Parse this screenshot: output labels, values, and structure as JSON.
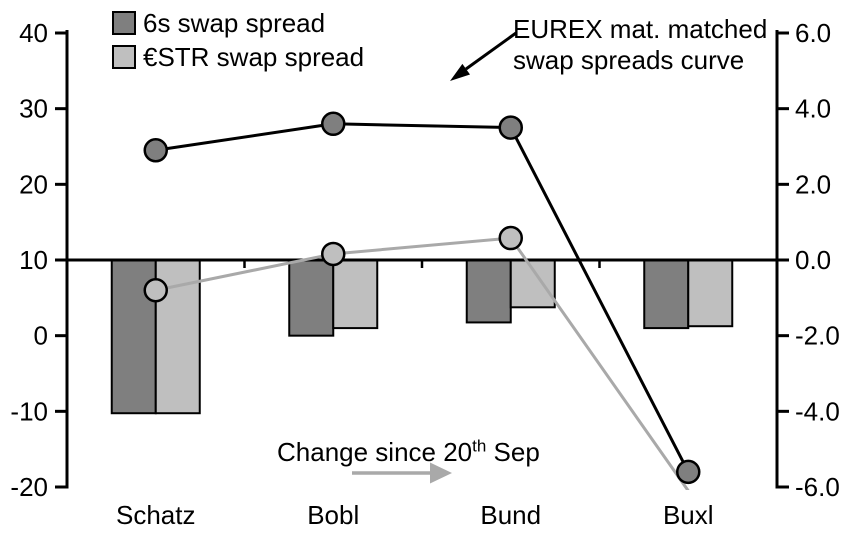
{
  "legend": {
    "items": [
      {
        "label": "6s swap spread",
        "swatch_color": "#7f7f7f"
      },
      {
        "label": "€STR swap spread",
        "swatch_color": "#bfbfbf"
      }
    ]
  },
  "annotations": {
    "curve_label": {
      "line1": "EUREX mat. matched",
      "line2": "swap spreads curve"
    },
    "change_label": {
      "prefix": "Change since 20",
      "superscript": "th",
      "suffix": " Sep"
    }
  },
  "chart_data": {
    "type": "combo-bar-line",
    "categories": [
      "Schatz",
      "Bobl",
      "Bund",
      "Buxl"
    ],
    "left_axis": {
      "ticks": [
        40,
        30,
        20,
        10,
        0,
        -10,
        -20
      ],
      "min": -20,
      "max": 40
    },
    "right_axis": {
      "ticks": [
        6,
        4,
        2,
        0,
        -2,
        -4,
        -6
      ],
      "tick_labels": [
        "6.0",
        "4.0",
        "2.0",
        "0.0",
        "-2.0",
        "-4.0",
        "-6.0"
      ],
      "min": -6,
      "max": 6
    },
    "zero_line_left_value": 10,
    "bar_series": [
      {
        "name": "6s swap spread change",
        "axis": "right",
        "color": "#7f7f7f",
        "values": [
          -4.05,
          -2.0,
          -1.65,
          -1.8
        ]
      },
      {
        "name": "€STR swap spread change",
        "axis": "right",
        "color": "#bfbfbf",
        "values": [
          -4.05,
          -1.8,
          -1.25,
          -1.75
        ]
      }
    ],
    "line_series": [
      {
        "name": "6s swap spread curve",
        "axis": "left",
        "color": "#000000",
        "marker_fill": "#7f7f7f",
        "values": [
          24.5,
          28.0,
          27.5,
          -18.0
        ]
      },
      {
        "name": "€STR swap spread curve",
        "axis": "left",
        "color": "#a9a9a9",
        "marker_fill": "#bfbfbf",
        "values": [
          6.0,
          10.8,
          12.9,
          -20.5
        ],
        "last_point_clipped_at_axis_min": true
      }
    ],
    "legend_position": "top-left",
    "grid": false
  }
}
